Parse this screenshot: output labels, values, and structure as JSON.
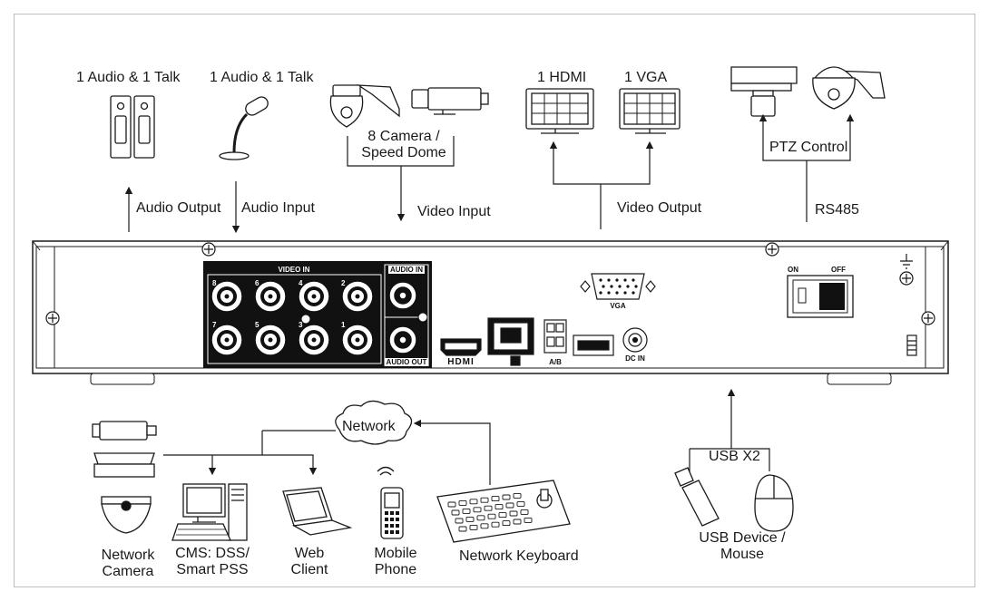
{
  "top": {
    "speaker_label": "1 Audio  & 1 Talk",
    "mic_label": "1 Audio & 1 Talk",
    "camera_label_1": "8  Camera /",
    "camera_label_2": "Speed Dome",
    "hdmi_label": "1 HDMI",
    "vga_label": "1 VGA",
    "ptz_label": "PTZ Control",
    "audio_output": "Audio  Output",
    "audio_input": "Audio  Input",
    "video_input": "Video Input",
    "video_output": "Video Output",
    "rs485": "RS485"
  },
  "panel": {
    "video_in": "VIDEO IN",
    "audio_in": "AUDIO IN",
    "audio_out": "AUDIO OUT",
    "channels_top": [
      "8",
      "6",
      "4",
      "2"
    ],
    "channels_bottom": [
      "7",
      "5",
      "3",
      "1"
    ],
    "hdmi_logo": "HDMI",
    "ab": "A/B",
    "vga": "VGA",
    "dc_in": "DC IN",
    "on": "ON",
    "off": "OFF"
  },
  "bottom": {
    "network": "Network",
    "network_camera_1": "Network",
    "network_camera_2": "Camera",
    "cms_1": "CMS: DSS/",
    "cms_2": "Smart PSS",
    "web_1": "Web",
    "web_2": "Client",
    "mobile_1": "Mobile",
    "mobile_2": "Phone",
    "keyboard": "Network Keyboard",
    "usb_x2": "USB X2",
    "usb_device_1": "USB Device /",
    "usb_device_2": "Mouse"
  },
  "colors": {
    "stroke": "#1a1a1a",
    "panel_dark": "#111111",
    "background": "#ffffff",
    "frame": "#bdbdbd"
  }
}
